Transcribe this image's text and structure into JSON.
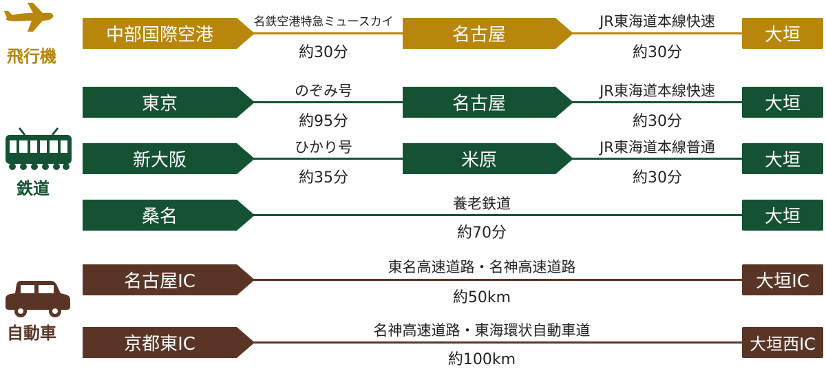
{
  "colors": {
    "air": "#b8860b",
    "rail": "#155233",
    "car": "#5a3526"
  },
  "categories": {
    "air": {
      "label": "飛行機",
      "icon": "airplane-icon"
    },
    "rail": {
      "label": "鉄道",
      "icon": "train-icon"
    },
    "car": {
      "label": "自動車",
      "icon": "car-icon"
    }
  },
  "routes": {
    "air1": {
      "from": "中部国際空港",
      "via_label": "名鉄空港特急ミュースカイ",
      "via_time": "約30分",
      "mid": "名古屋",
      "to_label": "JR東海道本線快速",
      "to_time": "約30分",
      "dest": "大垣"
    },
    "rail1": {
      "from": "東京",
      "via_label": "のぞみ号",
      "via_time": "約95分",
      "mid": "名古屋",
      "to_label": "JR東海道本線快速",
      "to_time": "約30分",
      "dest": "大垣"
    },
    "rail2": {
      "from": "新大阪",
      "via_label": "ひかり号",
      "via_time": "約35分",
      "mid": "米原",
      "to_label": "JR東海道本線普通",
      "to_time": "約30分",
      "dest": "大垣"
    },
    "rail3": {
      "from": "桑名",
      "label": "養老鉄道",
      "time": "約70分",
      "dest": "大垣"
    },
    "car1": {
      "from": "名古屋IC",
      "label": "東名高速道路・名神高速道路",
      "dist": "約50km",
      "dest": "大垣IC"
    },
    "car2": {
      "from": "京都東IC",
      "label": "名神高速道路・東海環状自動車道",
      "dist": "約100km",
      "dest": "大垣西IC"
    }
  }
}
